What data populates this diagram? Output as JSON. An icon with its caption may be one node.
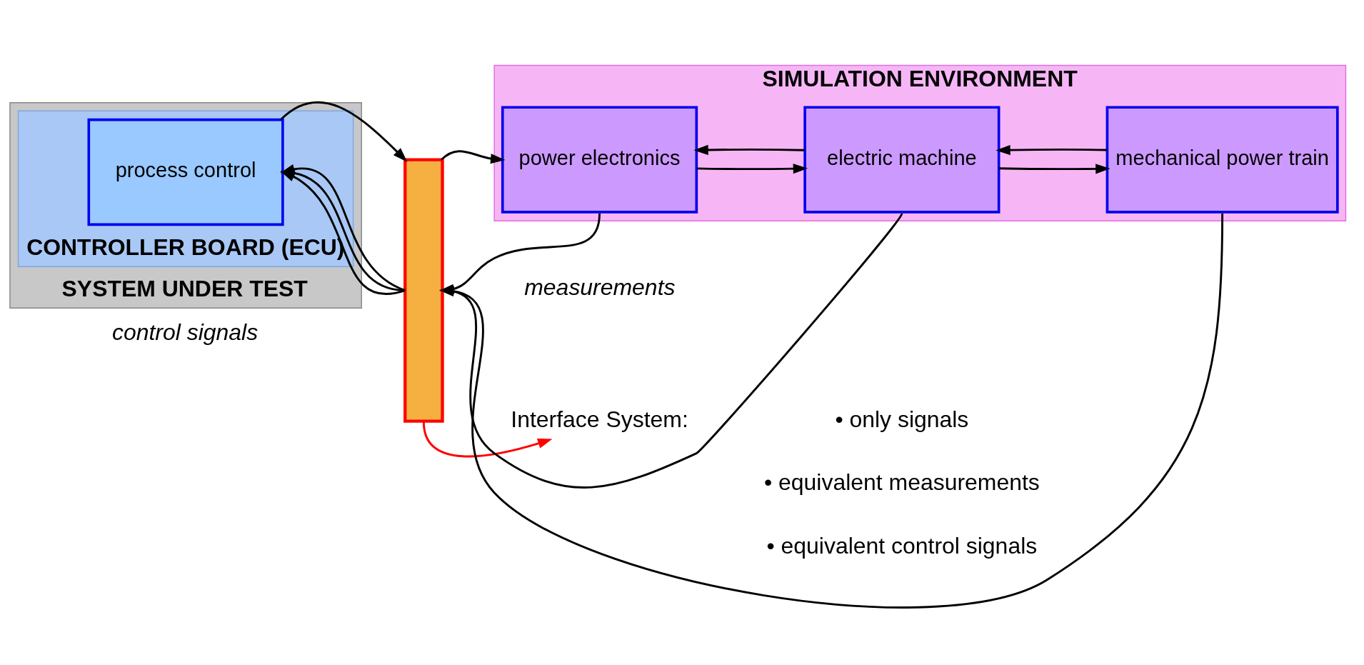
{
  "diagram": {
    "nodes": [
      {
        "text": [
          "SYSTEM UNDER TEST"
        ]
      },
      {
        "text": [
          "CONTROLLER BOARD (ECU)"
        ],
        "in": 0
      },
      {
        "text": [
          "process control"
        ],
        "in": 1
      },
      {
        "text": [],
        "shape": "bar"
      },
      {
        "text": [
          "SIMULATION ENVIRONMENT"
        ]
      },
      {
        "text": [
          "power electronics"
        ],
        "in": 4
      },
      {
        "text": [
          "electric machine"
        ],
        "in": 4
      },
      {
        "text": [
          "mechanical power train"
        ],
        "in": 4
      },
      {
        "text": [
          "Interface System:"
        ]
      }
    ],
    "edges": [
      {
        "from": 2,
        "to": 3,
        "arrow": "to"
      },
      {
        "from": 3,
        "to": 5,
        "arrow": "to"
      },
      {
        "from": 5,
        "to": 6,
        "arrow": "to"
      },
      {
        "from": 6,
        "to": 5,
        "arrow": "to"
      },
      {
        "from": 6,
        "to": 7,
        "arrow": "to"
      },
      {
        "from": 7,
        "to": 6,
        "arrow": "to"
      },
      {
        "from": 5,
        "to": 3,
        "arrow": "to"
      },
      {
        "from": 6,
        "to": 3,
        "arrow": "to"
      },
      {
        "from": 7,
        "to": 3,
        "arrow": "to"
      },
      {
        "from": 3,
        "to": 2,
        "arrow": "to"
      },
      {
        "from": 3,
        "to": 2,
        "arrow": "to"
      },
      {
        "from": 3,
        "to": 2,
        "arrow": "to"
      },
      {
        "from": 3,
        "to": 8,
        "arrow": "to",
        "color": "#ff0000"
      }
    ],
    "labels": [
      "control signals",
      "measurements",
      "• only signals",
      "• equivalent measurements",
      "• equivalent control signals"
    ]
  }
}
